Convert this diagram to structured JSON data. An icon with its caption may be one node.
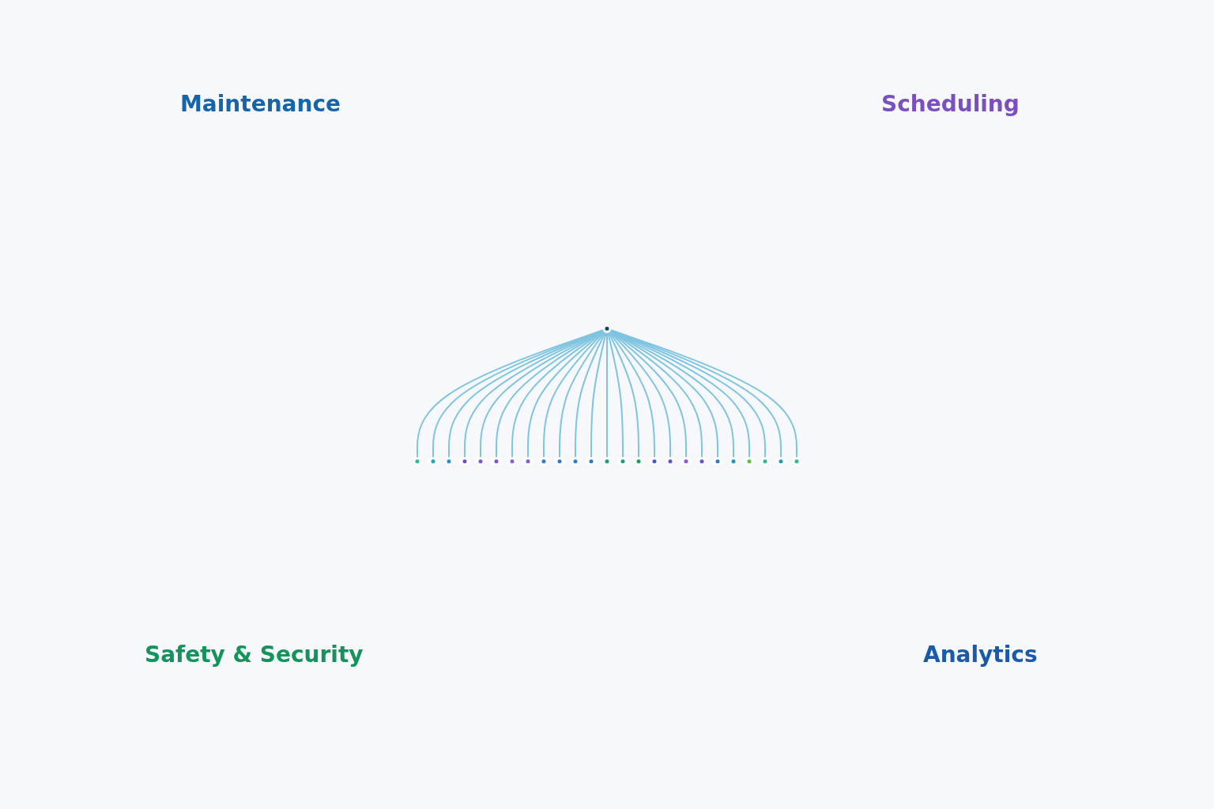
{
  "diagram": {
    "nodes": [
      {
        "text": [],
        "shape": "circle"
      },
      {
        "text": [],
        "shape": "circle"
      },
      {
        "text": [],
        "shape": "circle"
      },
      {
        "text": [],
        "shape": "circle"
      },
      {
        "text": [],
        "shape": "circle"
      },
      {
        "text": [],
        "shape": "circle"
      },
      {
        "text": [],
        "shape": "circle"
      },
      {
        "text": [],
        "shape": "circle"
      },
      {
        "text": [],
        "shape": "circle"
      },
      {
        "text": [],
        "shape": "circle"
      },
      {
        "text": [],
        "shape": "circle"
      },
      {
        "text": [],
        "shape": "circle"
      },
      {
        "text": [],
        "shape": "circle"
      },
      {
        "text": [],
        "shape": "circle"
      },
      {
        "text": [],
        "shape": "circle"
      },
      {
        "text": [],
        "shape": "circle"
      },
      {
        "text": [],
        "shape": "circle"
      },
      {
        "text": [],
        "shape": "circle"
      },
      {
        "text": [],
        "shape": "circle"
      },
      {
        "text": [],
        "shape": "circle"
      },
      {
        "text": [],
        "shape": "circle"
      },
      {
        "text": [],
        "shape": "circle"
      },
      {
        "text": [],
        "shape": "circle"
      },
      {
        "text": [],
        "shape": "circle"
      },
      {
        "text": [],
        "shape": "circle"
      },
      {
        "text": [],
        "shape": "circle"
      }
    ],
    "edges": [
      {
        "from": 0,
        "to": 1,
        "arrow": "none"
      },
      {
        "from": 0,
        "to": 2,
        "arrow": "none"
      },
      {
        "from": 0,
        "to": 3,
        "arrow": "none"
      },
      {
        "from": 0,
        "to": 4,
        "arrow": "none"
      },
      {
        "from": 0,
        "to": 5,
        "arrow": "none"
      },
      {
        "from": 0,
        "to": 6,
        "arrow": "none"
      },
      {
        "from": 0,
        "to": 7,
        "arrow": "none"
      },
      {
        "from": 0,
        "to": 8,
        "arrow": "none"
      },
      {
        "from": 0,
        "to": 9,
        "arrow": "none"
      },
      {
        "from": 0,
        "to": 10,
        "arrow": "none"
      },
      {
        "from": 0,
        "to": 11,
        "arrow": "none"
      },
      {
        "from": 0,
        "to": 12,
        "arrow": "none"
      },
      {
        "from": 0,
        "to": 13,
        "arrow": "none"
      },
      {
        "from": 0,
        "to": 14,
        "arrow": "none"
      },
      {
        "from": 0,
        "to": 15,
        "arrow": "none"
      },
      {
        "from": 0,
        "to": 16,
        "arrow": "none"
      },
      {
        "from": 0,
        "to": 17,
        "arrow": "none"
      },
      {
        "from": 0,
        "to": 18,
        "arrow": "none"
      },
      {
        "from": 0,
        "to": 19,
        "arrow": "none"
      },
      {
        "from": 0,
        "to": 20,
        "arrow": "none"
      },
      {
        "from": 0,
        "to": 21,
        "arrow": "none"
      },
      {
        "from": 0,
        "to": 22,
        "arrow": "none"
      },
      {
        "from": 0,
        "to": 23,
        "arrow": "none"
      },
      {
        "from": 0,
        "to": 24,
        "arrow": "none"
      },
      {
        "from": 0,
        "to": 25,
        "arrow": "none"
      }
    ],
    "labels": [
      "Maintenance",
      "Scheduling",
      "Safety & Security",
      "Analytics"
    ]
  }
}
